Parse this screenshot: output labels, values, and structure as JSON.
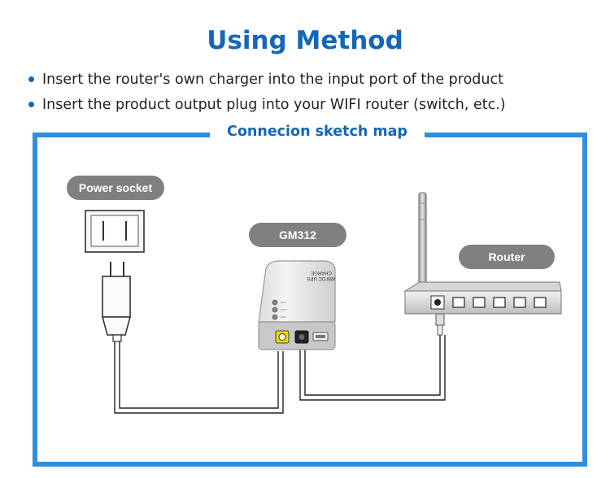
{
  "title": "Using Method",
  "bullets": [
    "Insert the router's own charger into the input port of the product",
    "Insert the product output plug into your WIFI router (switch, etc.)"
  ],
  "diagram": {
    "frame_title": "Connecion sketch map",
    "labels": {
      "power_socket": "Power socket",
      "device": "GM312",
      "router": "Router"
    },
    "device_markings": {
      "top_line1": "CHARGE",
      "top_line2": "WM DC UPS"
    }
  },
  "colors": {
    "accent": "#1467b8",
    "frame": "#2e8fde",
    "label_bg": "#7e8082",
    "port_yellow": "#e8d800"
  }
}
